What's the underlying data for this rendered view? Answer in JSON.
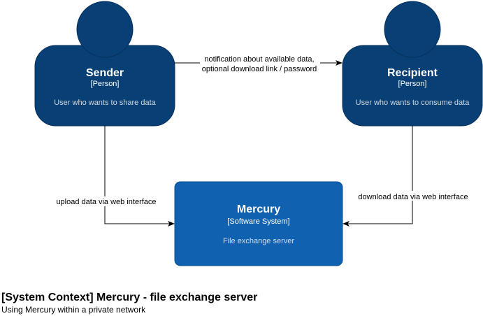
{
  "colors": {
    "person_fill": "#083F75",
    "person_stroke": "#06315C",
    "system_fill": "#1061B0",
    "system_stroke": "#0D5091",
    "person_desc_text": "#D3D8E0",
    "system_desc_text": "#D0DCEB",
    "edge": "#000000"
  },
  "sender": {
    "name": "Sender",
    "type": "[Person]",
    "description": "User who wants to share data"
  },
  "recipient": {
    "name": "Recipient",
    "type": "[Person]",
    "description": "User who wants to consume data"
  },
  "system": {
    "name": "Mercury",
    "type": "[Software System]",
    "description": "File exchange server"
  },
  "edges": {
    "notify_line1": "notification about available data,",
    "notify_line2": "optional download link / password",
    "upload": "upload data via web interface",
    "download": "download data via web interface"
  },
  "caption": {
    "title": "[System Context] Mercury - file exchange server",
    "subtitle": "Using Mercury within a private network"
  }
}
